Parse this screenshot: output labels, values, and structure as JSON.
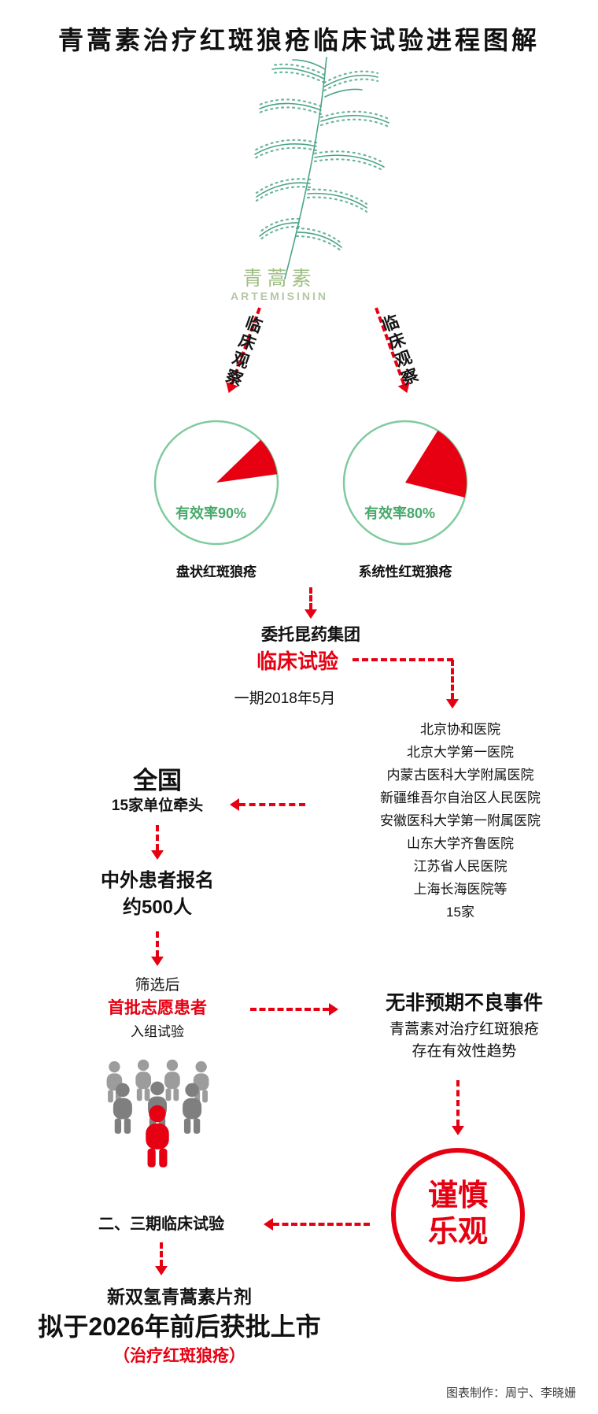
{
  "title": "青蒿素治疗红斑狼疮临床试验进程图解",
  "plant": {
    "name": "青蒿素",
    "latin": "ARTEMISININ"
  },
  "arrows": {
    "left_label": "临床观察",
    "right_label": "临床观察"
  },
  "pies": [
    {
      "rate": "有效率90%",
      "disease": "盘状红斑狼疮",
      "percent": 10
    },
    {
      "rate": "有效率80%",
      "disease": "系统性红斑狼疮",
      "percent": 20
    }
  ],
  "commission": {
    "org": "委托昆药集团",
    "trial": "临床试验",
    "phase": "一期2018年5月"
  },
  "hospitals": [
    "北京协和医院",
    "北京大学第一医院",
    "内蒙古医科大学附属医院",
    "新疆维吾尔自治区人民医院",
    "安徽医科大学第一附属医院",
    "山东大学齐鲁医院",
    "江苏省人民医院",
    "上海长海医院等",
    "15家"
  ],
  "national": {
    "title": "全国",
    "subtitle": "15家单位牵头"
  },
  "enrollment": {
    "line1": "中外患者报名",
    "line2": "约500人"
  },
  "screening": {
    "line1": "筛选后",
    "line2": "首批志愿患者",
    "line3": "入组试验"
  },
  "findings": {
    "line1": "无非预期不良事件",
    "line2": "青蒿素对治疗红斑狼疮",
    "line3": "存在有效性趋势"
  },
  "outlook": {
    "line1": "谨慎",
    "line2": "乐观"
  },
  "next_phase": "二、三期临床试验",
  "launch": {
    "line1": "新双氢青蒿素片剂",
    "line2": "拟于2026年前后获批上市",
    "line3": "（治疗红斑狼疮）"
  },
  "credit": "图表制作：周宁、李晓姗",
  "colors": {
    "red": "#e60012",
    "pie_green": "#7fca9e",
    "txt_green": "#47a96b",
    "plant_green": "#4ba585",
    "label_green": "#9fbe83",
    "latin_green": "#b5c8a6",
    "figure_gray": "#9c9c9c",
    "figure_dark_gray": "#7f7f7f",
    "ink": "#111111"
  }
}
